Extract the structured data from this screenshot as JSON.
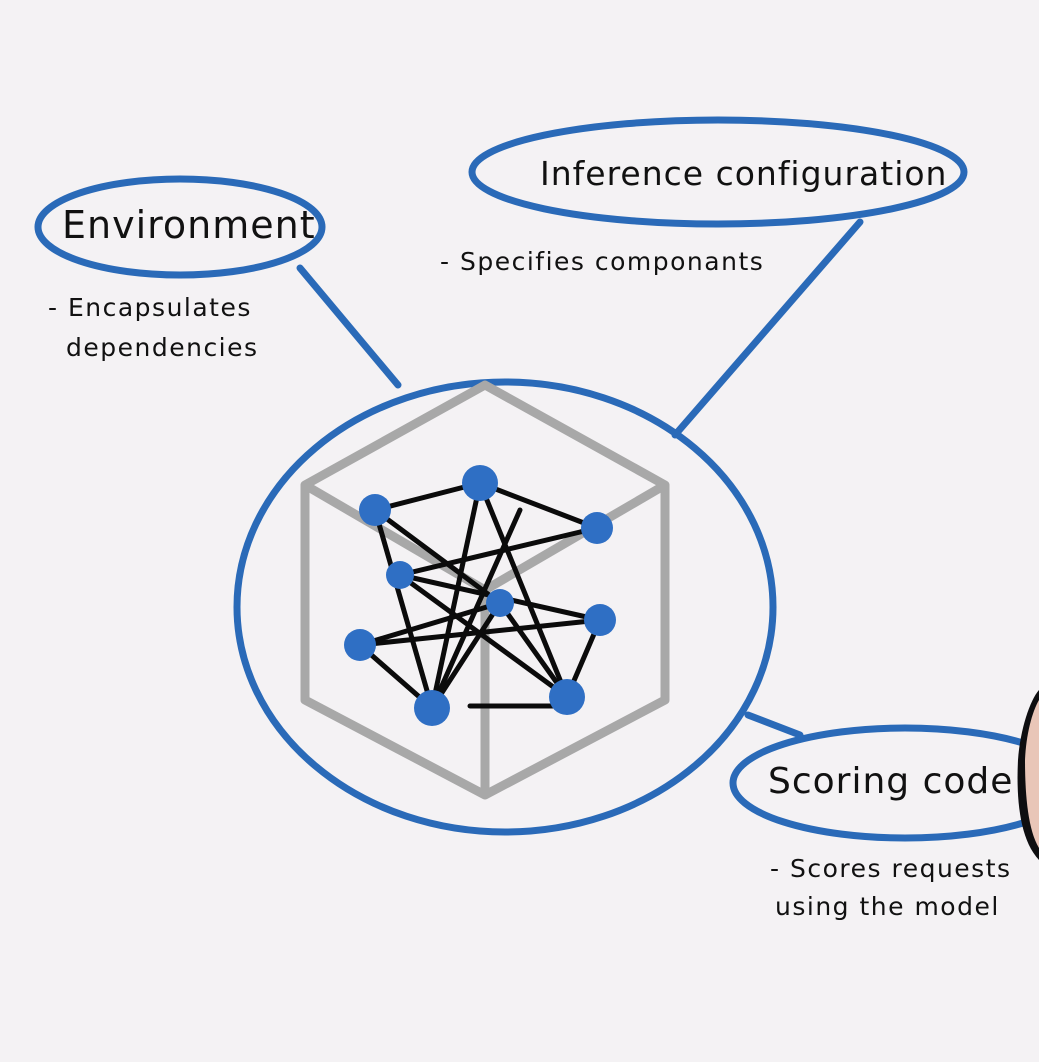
{
  "diagram": {
    "environment": {
      "title": "Environment",
      "note_line1": "- Encapsulates",
      "note_line2": "dependencies"
    },
    "inference": {
      "title": "Inference configuration",
      "note_line1": "- Specifies componants"
    },
    "scoring": {
      "title": "Scoring code",
      "note_line1": "- Scores requests",
      "note_line2": "using the model"
    },
    "colors": {
      "outline": "#2a6ab8",
      "node": "#2f6fc4",
      "cube": "#a8a8a8",
      "edge": "#0b0b0b",
      "background": "#f4f2f4"
    },
    "central_icon": "model-network-in-cube-icon"
  }
}
